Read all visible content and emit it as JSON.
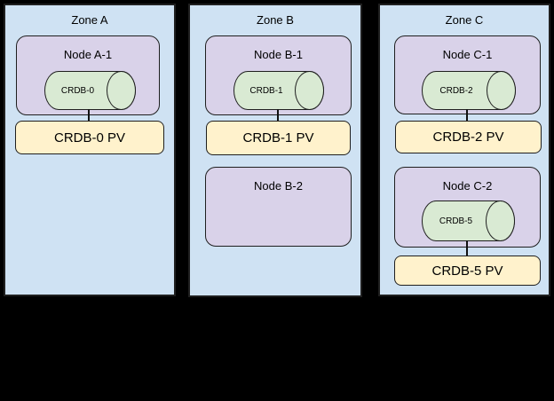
{
  "diagram": {
    "background": "#000000",
    "palette": {
      "zone_fill": "#cfe2f3",
      "node_fill": "#d9d2e9",
      "db_fill": "#d9ead3",
      "pv_fill": "#fff2cc",
      "stroke": "#1f1f1f"
    },
    "zones": [
      {
        "label": "Zone A",
        "nodes": [
          {
            "label": "Node A-1",
            "db": {
              "label": "CRDB-0"
            },
            "pv": {
              "label": "CRDB-0 PV"
            }
          }
        ]
      },
      {
        "label": "Zone B",
        "nodes": [
          {
            "label": "Node B-1",
            "db": {
              "label": "CRDB-1"
            },
            "pv": {
              "label": "CRDB-1 PV"
            }
          },
          {
            "label": "Node B-2"
          }
        ]
      },
      {
        "label": "Zone C",
        "nodes": [
          {
            "label": "Node C-1",
            "db": {
              "label": "CRDB-2"
            },
            "pv": {
              "label": "CRDB-2 PV"
            }
          },
          {
            "label": "Node C-2",
            "db": {
              "label": "CRDB-5"
            },
            "pv": {
              "label": "CRDB-5 PV"
            }
          }
        ]
      }
    ]
  }
}
